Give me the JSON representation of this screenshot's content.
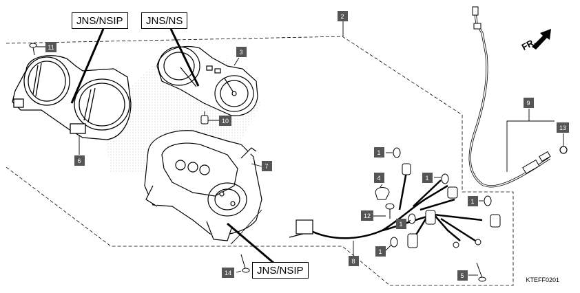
{
  "callouts": {
    "top_left": "JNS/NSIP",
    "top_right": "JNS/NS",
    "bottom": "JNS/NSIP"
  },
  "parts": [
    {
      "id": "part-11",
      "number": "11"
    },
    {
      "id": "part-3",
      "number": "3"
    },
    {
      "id": "part-2",
      "number": "2"
    },
    {
      "id": "part-10",
      "number": "10"
    },
    {
      "id": "part-6",
      "number": "6"
    },
    {
      "id": "part-7",
      "number": "7"
    },
    {
      "id": "part-9",
      "number": "9"
    },
    {
      "id": "part-13",
      "number": "13"
    },
    {
      "id": "part-1a",
      "number": "1"
    },
    {
      "id": "part-4",
      "number": "4"
    },
    {
      "id": "part-1b",
      "number": "1"
    },
    {
      "id": "part-1c",
      "number": "1"
    },
    {
      "id": "part-12",
      "number": "12"
    },
    {
      "id": "part-1d",
      "number": "1"
    },
    {
      "id": "part-1e",
      "number": "1"
    },
    {
      "id": "part-8",
      "number": "8"
    },
    {
      "id": "part-14",
      "number": "14"
    },
    {
      "id": "part-5",
      "number": "5"
    }
  ],
  "direction_label": "FR.",
  "diagram_code": "KTEFF0201",
  "colors": {
    "tag_fill": "#555555",
    "tag_text": "#ffffff",
    "line": "#000000"
  }
}
